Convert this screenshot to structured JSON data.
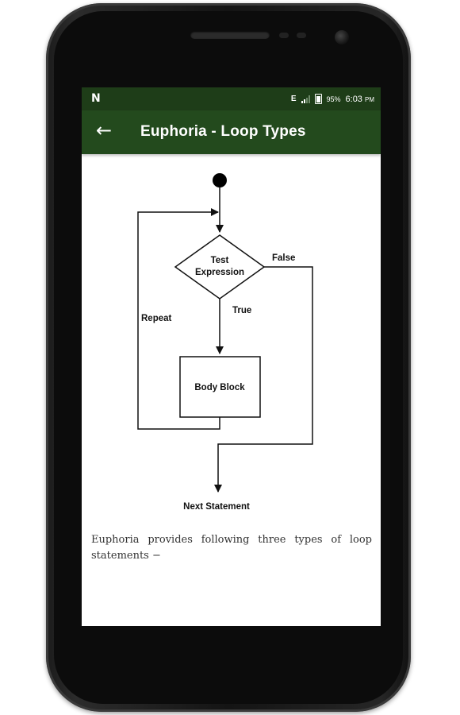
{
  "status_bar": {
    "notification_icon": "N",
    "network_type": "E",
    "battery_percent": "95%",
    "time": "6:03",
    "time_suffix": "PM"
  },
  "app_bar": {
    "back_icon": "arrow-left-icon",
    "title": "Euphoria - Loop Types"
  },
  "diagram": {
    "condition_line1": "Test",
    "condition_line2": "Expression",
    "false_label": "False",
    "true_label": "True",
    "repeat_label": "Repeat",
    "body_label": "Body Block",
    "next_label": "Next Statement"
  },
  "content": {
    "description": "Euphoria provides following three types of loop statements −"
  },
  "colors": {
    "status_bar": "#1e3d18",
    "app_bar": "#234a1d",
    "text": "#333333"
  }
}
